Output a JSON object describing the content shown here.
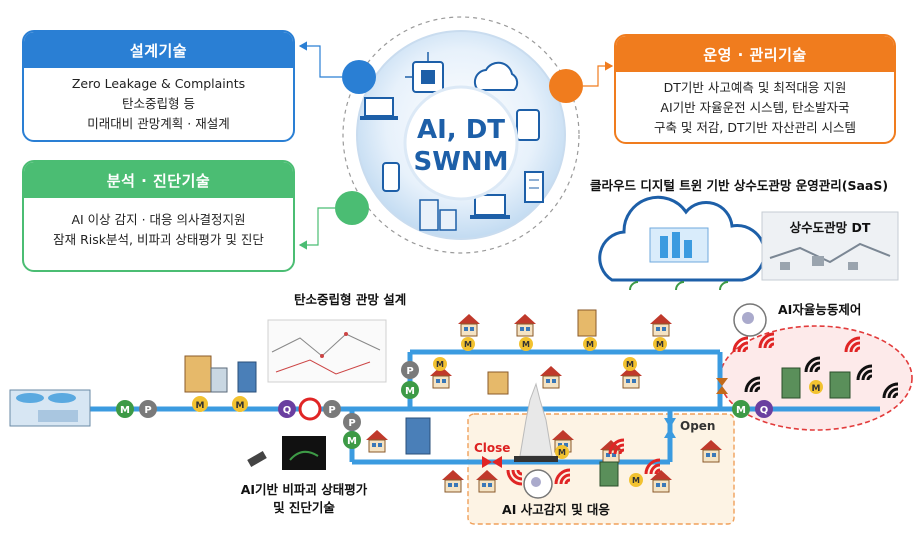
{
  "center": {
    "line1": "AI, DT",
    "line2": "SWNM"
  },
  "design_box": {
    "title": "설계기술",
    "lines": [
      "Zero Leakage & Complaints",
      "탄소중립형 등",
      "미래대비 관망계획 · 재설계"
    ]
  },
  "analysis_box": {
    "title": "분석 · 진단기술",
    "lines": [
      "AI 이상 감지 · 대응 의사결정지원",
      "잠재 Risk분석, 비파괴 상태평가 및 진단"
    ]
  },
  "ops_box": {
    "title": "운영 · 관리기술",
    "lines": [
      "DT기반 사고예측 및 최적대응 지원",
      "AI기반 자율운전 시스템, 탄소발자국",
      "구축 및 저감, DT기반 자산관리 시스템"
    ]
  },
  "labels": {
    "cloud_saas": "클라우드 디지털 트윈 기반 상수도관망 운영관리(SaaS)",
    "network_dt": "상수도관망 DT",
    "ai_autonomous": "AI자율능동제어",
    "carbon_design": "탄소중립형 관망 설계",
    "ndt_line1": "AI기반 비파괴 상태평가",
    "ndt_line2": "및 진단기술",
    "ai_incident": "AI 사고감지 및 대응",
    "close": "Close",
    "open": "Open"
  },
  "markers": {
    "meter": "M",
    "pump": "P",
    "flow": "Q"
  },
  "colors": {
    "design": "#2a7fd4",
    "analysis": "#4bbd73",
    "ops": "#f07c1e",
    "pipe": "#3b9be0",
    "meter": "#f2c230",
    "pump": "#7a7a7a",
    "meter_green": "#3d9a46",
    "flow": "#6a3fa0",
    "alert_zone": "#e23b3b",
    "incident_zone": "#f0c070"
  },
  "icons": [
    "chip-icon",
    "cloud-icon",
    "tablet-icon",
    "phone-icon",
    "building-icon",
    "laptop-icon",
    "server-icon",
    "house-icon",
    "wifi-signal-icon",
    "valve-icon"
  ]
}
